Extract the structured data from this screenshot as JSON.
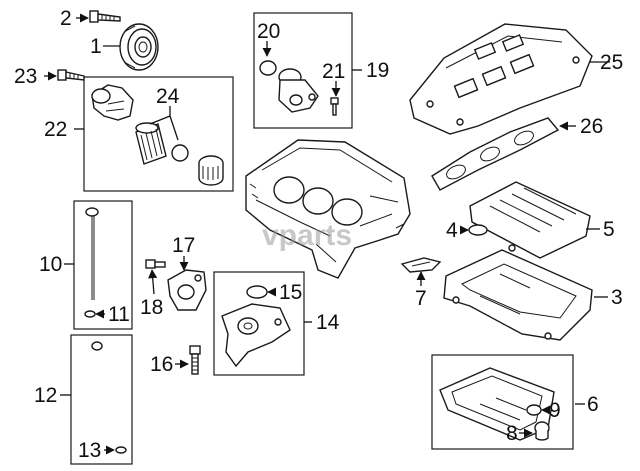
{
  "watermark": "vparts",
  "callouts": {
    "c1": "1",
    "c2": "2",
    "c3": "3",
    "c4": "4",
    "c5": "5",
    "c6": "6",
    "c7": "7",
    "c8": "8",
    "c9": "9",
    "c10": "10",
    "c11": "11",
    "c12": "12",
    "c13": "13",
    "c14": "14",
    "c15": "15",
    "c16": "16",
    "c17": "17",
    "c18": "18",
    "c19": "19",
    "c20": "20",
    "c21": "21",
    "c22": "22",
    "c23": "23",
    "c24": "24",
    "c25": "25",
    "c26": "26"
  },
  "colors": {
    "line": "#1a1a1a",
    "background": "#ffffff",
    "watermark": "#9a9a9a"
  }
}
